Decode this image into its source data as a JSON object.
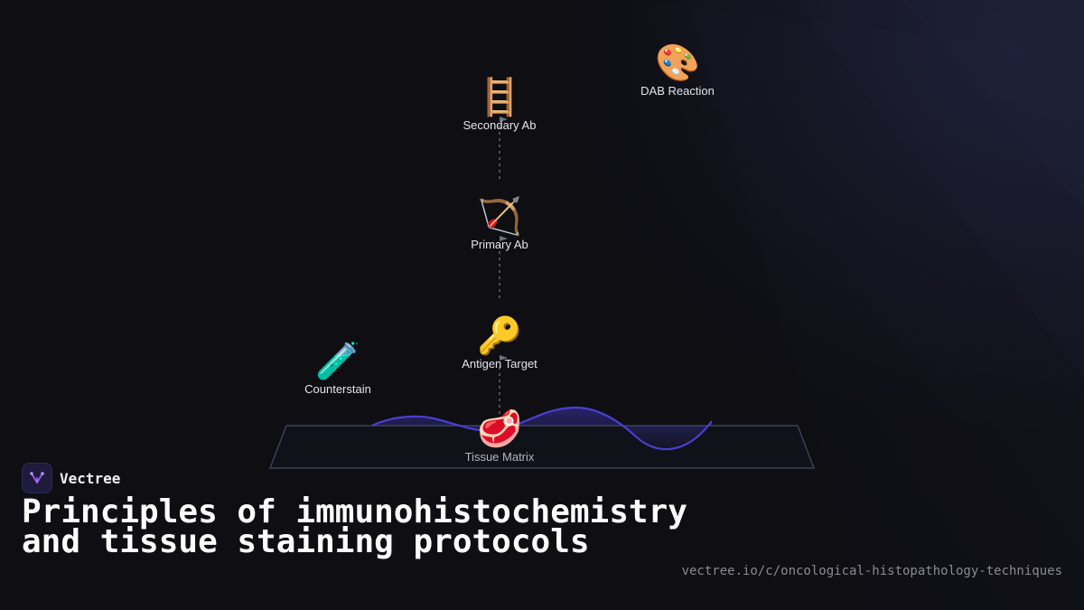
{
  "diagram": {
    "nodes": [
      {
        "id": "dab-reaction",
        "label": "DAB Reaction",
        "icon": "palette-icon",
        "glyph": "🎨"
      },
      {
        "id": "secondary-ab",
        "label": "Secondary Ab",
        "icon": "ladder-icon",
        "glyph": "🪜"
      },
      {
        "id": "primary-ab",
        "label": "Primary Ab",
        "icon": "bow-and-arrow-icon",
        "glyph": "🏹"
      },
      {
        "id": "antigen-target",
        "label": "Antigen Target",
        "icon": "key-icon",
        "glyph": "🔑"
      },
      {
        "id": "counterstain",
        "label": "Counterstain",
        "icon": "test-tube-icon",
        "glyph": "🧪"
      },
      {
        "id": "tissue-matrix",
        "label": "Tissue Matrix",
        "icon": "meat-icon",
        "glyph": "🥩"
      }
    ],
    "connectors": [
      {
        "from": "tissue-matrix",
        "to": "antigen-target",
        "style": "dashed"
      },
      {
        "from": "antigen-target",
        "to": "primary-ab",
        "style": "dashed"
      },
      {
        "from": "primary-ab",
        "to": "secondary-ab",
        "style": "dashed"
      }
    ]
  },
  "brand": {
    "name": "Vectree",
    "logo_icon": "vectree-logo-icon"
  },
  "title": "Principles of immunohistochemistry and tissue staining protocols",
  "url": "vectree.io/c/oncological-histopathology-techniques",
  "colors": {
    "background": "#0e0e13",
    "wave": "#4a3fd0",
    "platform": "#3a4156",
    "connector": "#6e7280",
    "brand_accent": "#9b5de5"
  }
}
